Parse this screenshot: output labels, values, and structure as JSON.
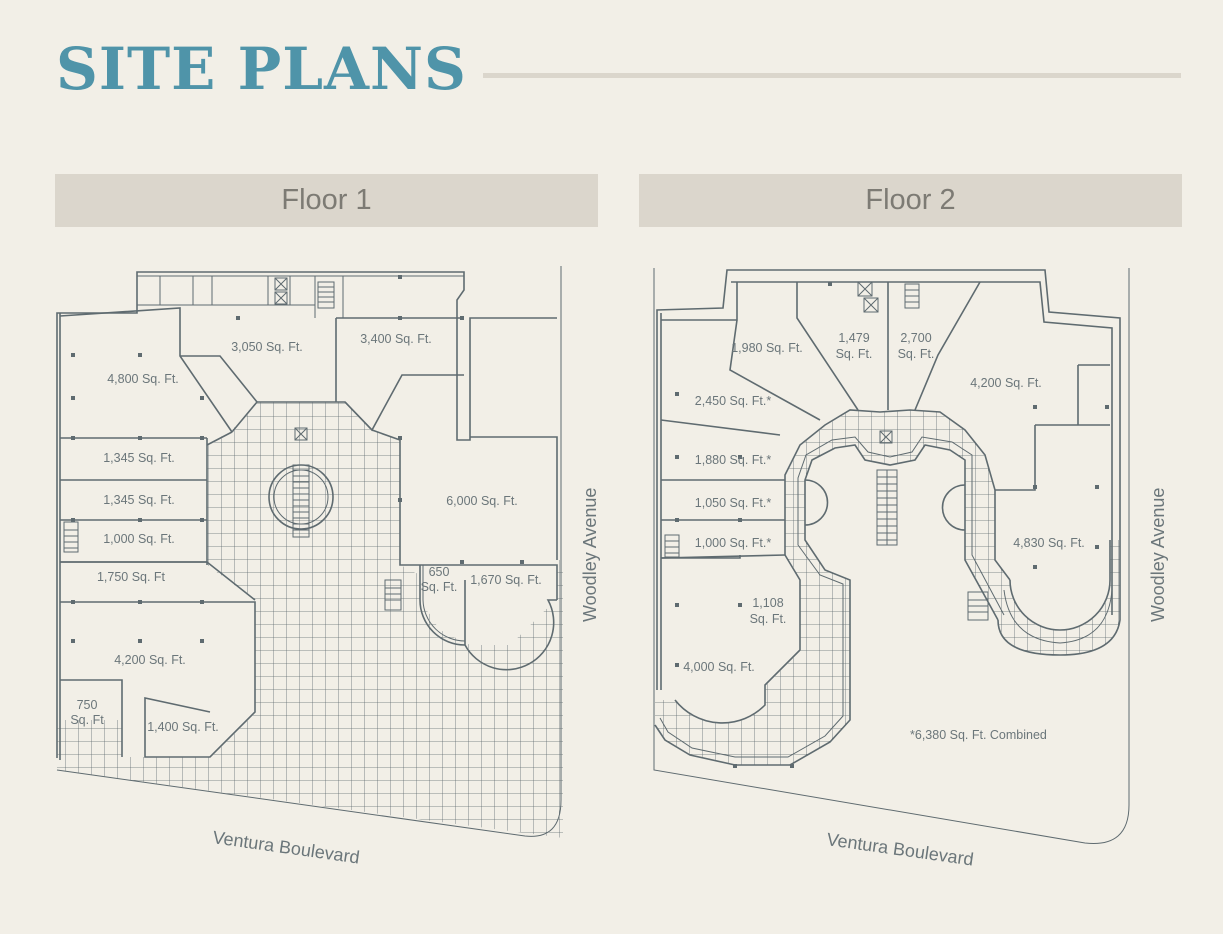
{
  "page": {
    "title": "SITE PLANS"
  },
  "floors": [
    {
      "label": "Floor 1",
      "units": [
        {
          "lines": [
            "4,800 Sq. Ft."
          ]
        },
        {
          "lines": [
            "3,050 Sq. Ft."
          ]
        },
        {
          "lines": [
            "3,400 Sq. Ft."
          ]
        },
        {
          "lines": [
            "1,345 Sq. Ft."
          ]
        },
        {
          "lines": [
            "1,345 Sq. Ft."
          ]
        },
        {
          "lines": [
            "1,000 Sq. Ft."
          ]
        },
        {
          "lines": [
            "6,000 Sq. Ft."
          ]
        },
        {
          "lines": [
            "1,750 Sq. Ft"
          ]
        },
        {
          "lines": [
            "650",
            "Sq. Ft."
          ]
        },
        {
          "lines": [
            "1,670 Sq. Ft."
          ]
        },
        {
          "lines": [
            "4,200 Sq. Ft."
          ]
        },
        {
          "lines": [
            "750",
            "Sq. Ft"
          ]
        },
        {
          "lines": [
            "1,400 Sq. Ft."
          ]
        }
      ],
      "streets": {
        "bottom": "Ventura Boulevard",
        "right": "Woodley Avenue"
      }
    },
    {
      "label": "Floor 2",
      "units": [
        {
          "lines": [
            "1,980 Sq. Ft."
          ]
        },
        {
          "lines": [
            "1,479",
            "Sq. Ft."
          ]
        },
        {
          "lines": [
            "2,700",
            "Sq. Ft."
          ]
        },
        {
          "lines": [
            "4,200 Sq. Ft."
          ]
        },
        {
          "lines": [
            "2,450 Sq. Ft.*"
          ]
        },
        {
          "lines": [
            "1,880 Sq. Ft.*"
          ]
        },
        {
          "lines": [
            "1,050 Sq. Ft.*"
          ]
        },
        {
          "lines": [
            "1,000 Sq. Ft.*"
          ]
        },
        {
          "lines": [
            "4,830 Sq. Ft."
          ]
        },
        {
          "lines": [
            "1,108",
            "Sq. Ft."
          ]
        },
        {
          "lines": [
            "4,000 Sq. Ft."
          ]
        }
      ],
      "note": "*6,380 Sq. Ft. Combined",
      "streets": {
        "bottom": "Ventura Boulevard",
        "right": "Woodley Avenue"
      }
    }
  ]
}
